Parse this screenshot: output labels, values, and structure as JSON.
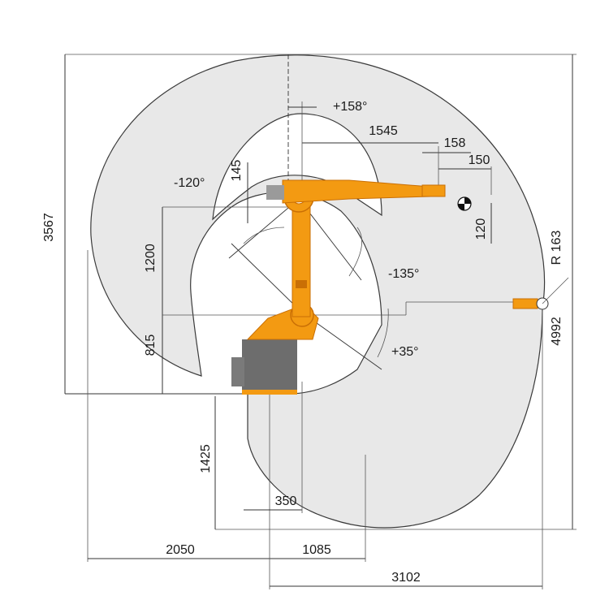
{
  "colors": {
    "robot": "#f39a12",
    "robot_dark": "#c96f05",
    "base": "#6d6d6d",
    "envelope": "#e8e8e8",
    "line": "#333333"
  },
  "dimensions": {
    "height_total": "3567",
    "upper_height": "1200",
    "base_height": "815",
    "offset_145": "145",
    "reach_1545": "1545",
    "offset_158": "158",
    "offset_150": "150",
    "offset_120": "120",
    "radius": "R 163",
    "reach_total": "4992",
    "lower_depth": "1425",
    "base_350": "350",
    "back_2050": "2050",
    "front_1085": "1085",
    "front_3102": "3102"
  },
  "angles": {
    "a_plus158": "+158°",
    "a_minus120": "-120°",
    "a_minus135": "-135°",
    "a_plus35": "+35°"
  }
}
